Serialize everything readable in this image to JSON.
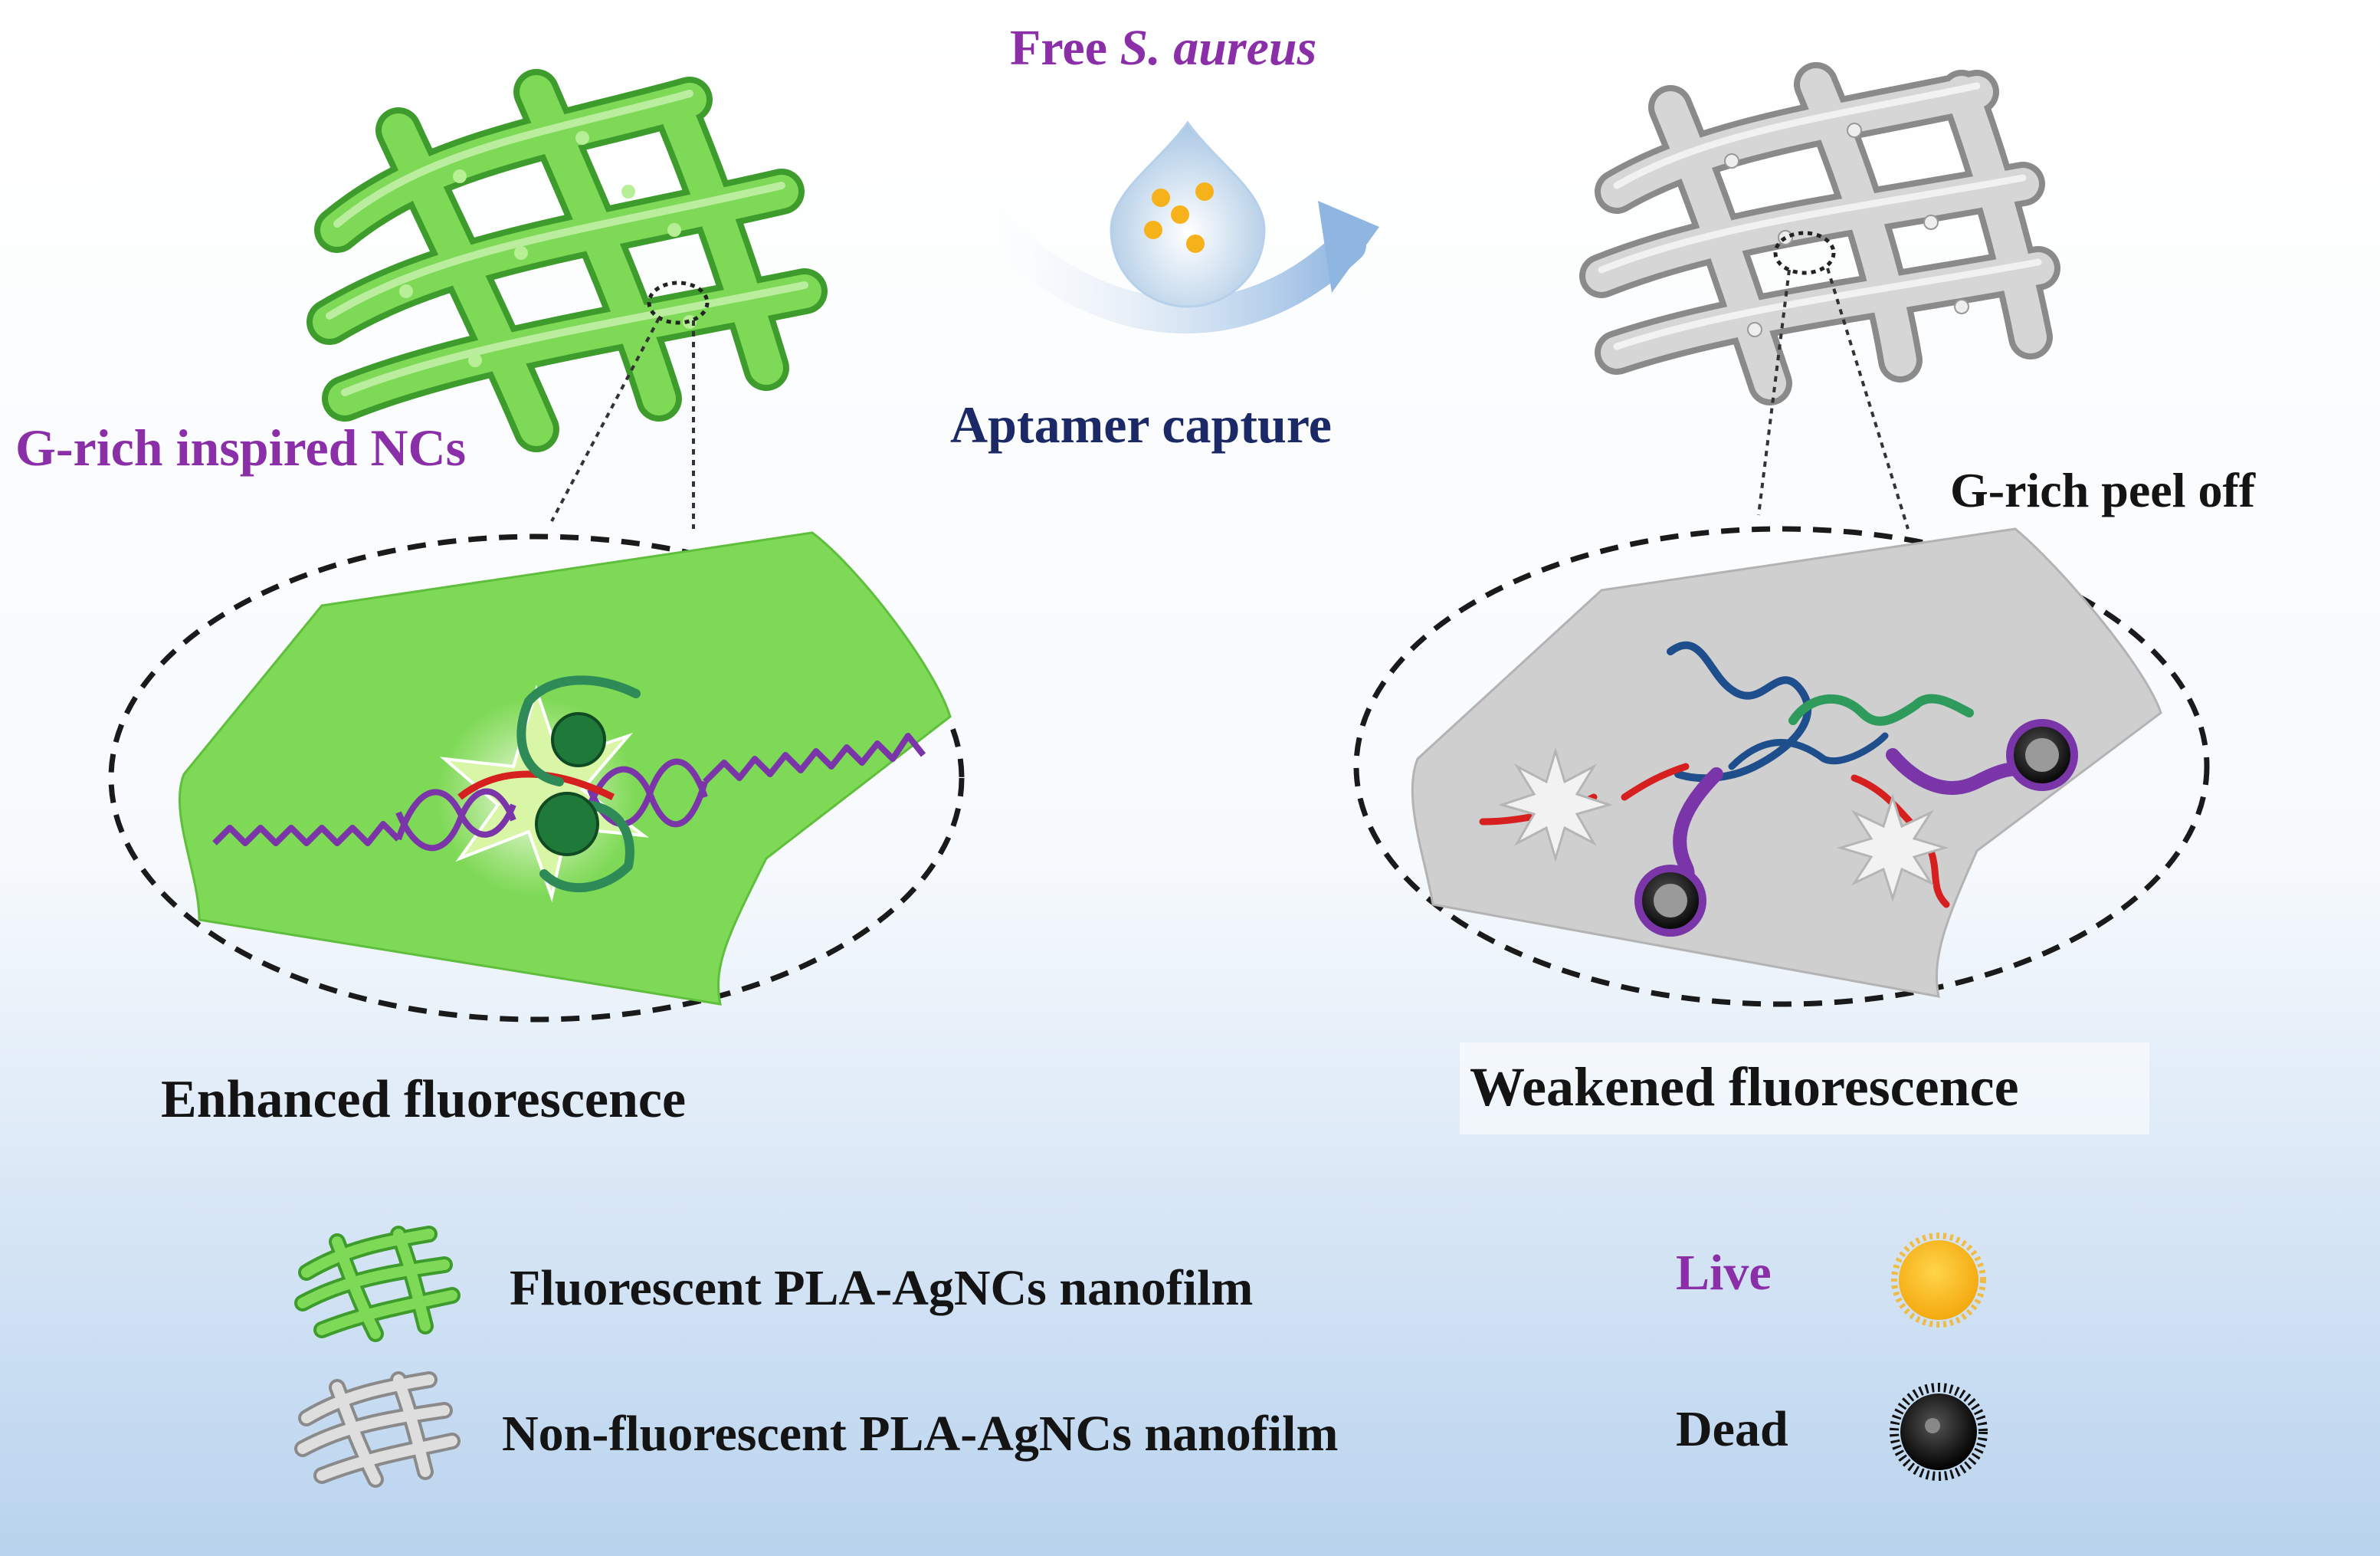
{
  "labels": {
    "free_prefix": "Free ",
    "free_species": "S. aureus",
    "aptamer_capture": "Aptamer capture",
    "g_rich_inspired": "G-rich inspired NCs",
    "g_rich_peel": "G-rich peel off",
    "enhanced": "Enhanced fluorescence",
    "weakened": "Weakened fluorescence"
  },
  "legend": {
    "fluorescent": "Fluorescent PLA-AgNCs nanofilm",
    "non_fluorescent": "Non-fluorescent PLA-AgNCs nanofilm",
    "live": "Live",
    "dead": "Dead"
  },
  "colors": {
    "green_film": "#7ed957",
    "gray_film": "#cfcfcf",
    "purple_text": "#8a2fa8",
    "navy_text": "#1b2a66",
    "arrow": "#9ec2e6",
    "bacteria_live": "#f6b21a",
    "bacteria_dead": "#111111",
    "dna_purple": "#7a36a8",
    "dna_red": "#d61f1f",
    "aptamer_blue": "#1f4e8c"
  }
}
